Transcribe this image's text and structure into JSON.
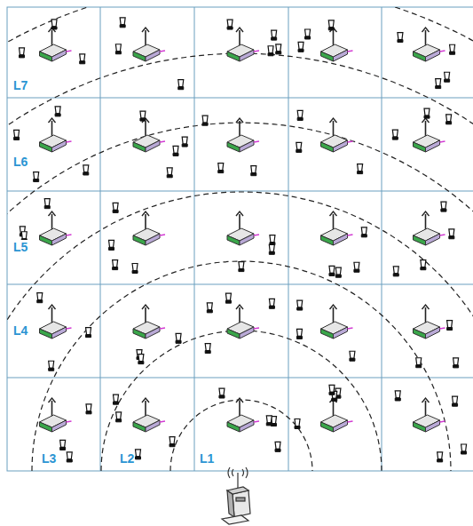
{
  "diagram": {
    "labels": [
      "L7",
      "L6",
      "L5",
      "L4",
      "L3",
      "L2",
      "L1"
    ]
  }
}
